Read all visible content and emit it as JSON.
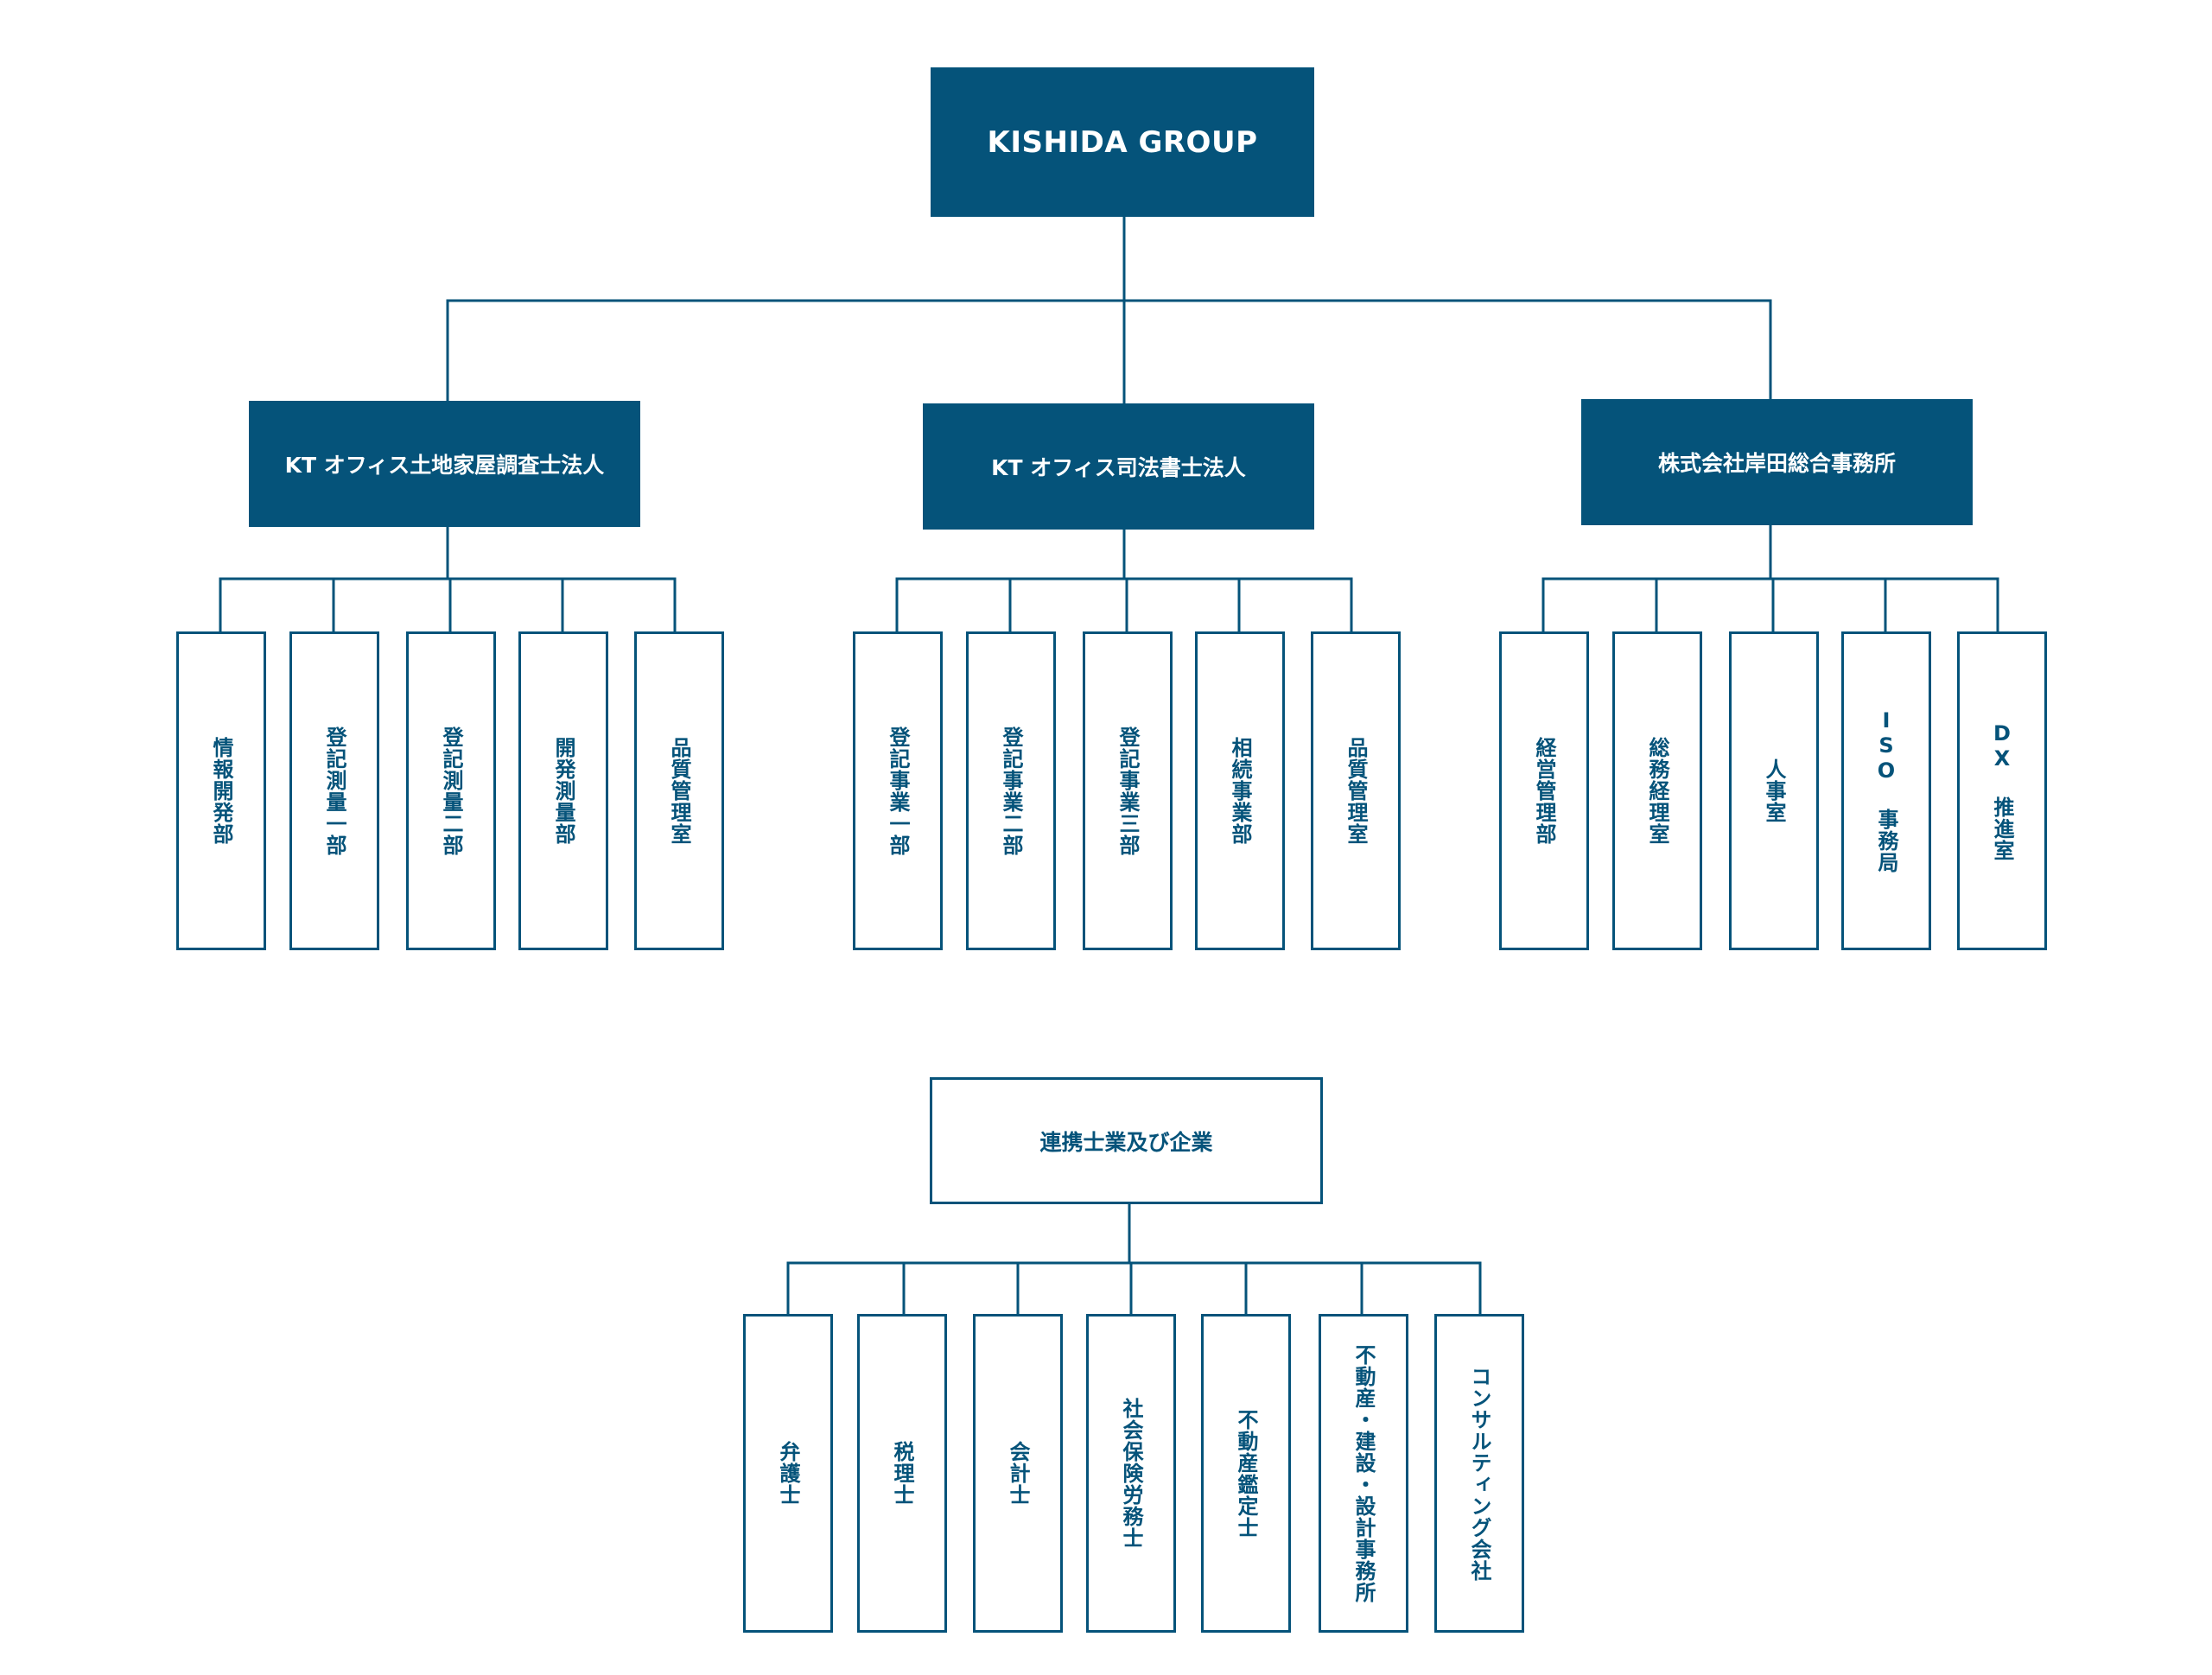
{
  "root": {
    "label": "KISHIDA GROUP"
  },
  "branches": [
    {
      "label": "KT オフィス土地家屋調査士法人",
      "children": [
        "情報開発部",
        "登記測量一部",
        "登記測量二部",
        "開発測量部",
        "品質管理室"
      ]
    },
    {
      "label": "KT オフィス司法書士法人",
      "children": [
        "登記事業一部",
        "登記事業二部",
        "登記事業三部",
        "相続事業部",
        "品質管理室"
      ]
    },
    {
      "label": "株式会社岸田総合事務所",
      "children": [
        "経営管理部",
        "総務経理室",
        "人事室",
        "ISO 事務局",
        "DX 推進室"
      ]
    }
  ],
  "partners": {
    "label": "連携士業及び企業",
    "children": [
      "弁護士",
      "税理士",
      "会計士",
      "社会保険労務士",
      "不動産鑑定士",
      "不動産・建設・設計事務所",
      "コンサルティング会社"
    ]
  },
  "colors": {
    "primary": "#05537a",
    "background": "#ffffff"
  }
}
